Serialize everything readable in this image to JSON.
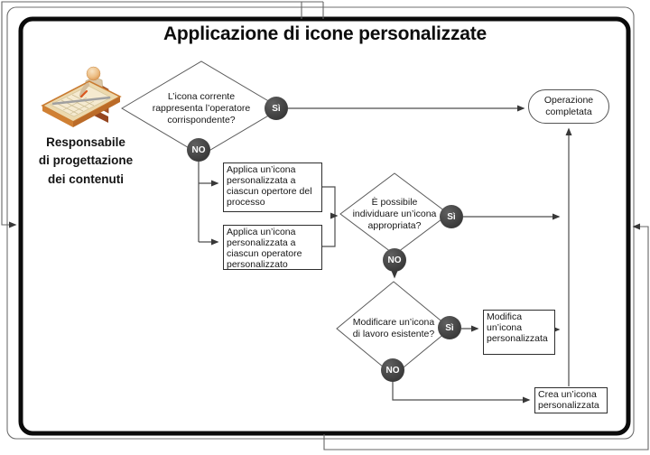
{
  "title": "Applicazione di icone personalizzate",
  "actor": {
    "role": "Responsabile\ndi progettazione\ndei contenuti",
    "icon": "person-at-drafting-table"
  },
  "labels": {
    "yes": "Sì",
    "no": "NO"
  },
  "nodes": {
    "decision_current_icon": "L’icona corrente\nrappresenta l’operatore\ncorrispondente?",
    "end_operation_complete": "Operazione\ncompletata",
    "apply_icon_process": "Applica un’icona\npersonalizzata a\nciascun opertore del\nprocesso",
    "apply_icon_custom": "Applica un’icona\npersonalizzata a\nciascun operatore\npersonalizzato",
    "decision_find_icon": "È possibile\nindividuare un’icona\nappropriata?",
    "decision_modify_icon": "Modificare un’icona\ndi lavoro esistente?",
    "modify_custom_icon": "Modifica\nun’icona\npersonalizzata",
    "create_custom_icon": "Crea un’icona\npersonalizzata"
  },
  "colors": {
    "frame_thick": "#0b0b0b",
    "frame_thin": "#6f6f6f",
    "connector": "#4d4d4d",
    "decision_border": "#5a5a5a",
    "yes_no_node_fill": "#3e3e3e",
    "yes_no_node_text": "#ffffff",
    "clipart_board_tan": "#ecd9ae",
    "clipart_board_orange": "#c97b31",
    "clipart_chair_brown": "#ad5526"
  }
}
